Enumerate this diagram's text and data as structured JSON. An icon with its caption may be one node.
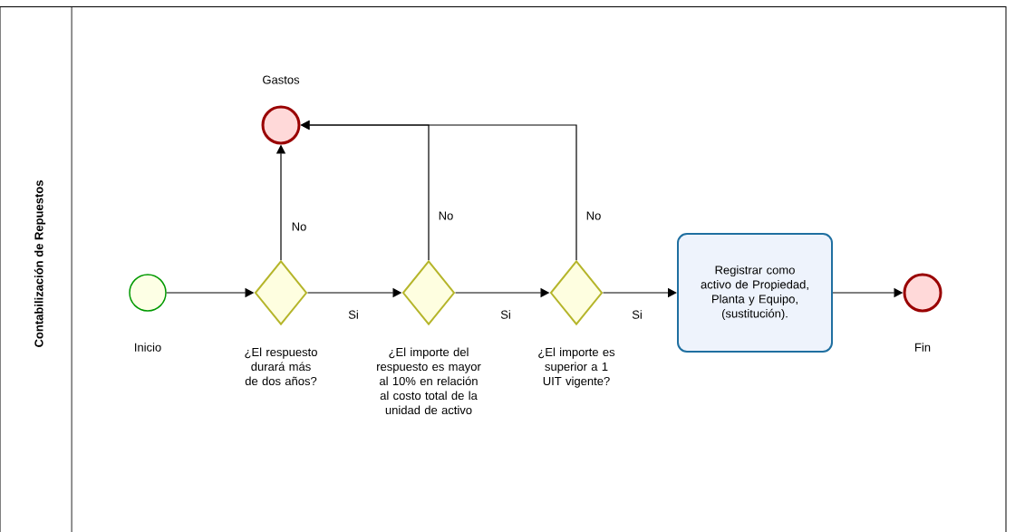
{
  "diagram": {
    "nodes": [
      {
        "text": [
          "Contabilización de Repuestos"
        ]
      },
      {
        "text": [
          "Inicio"
        ],
        "in": 0
      },
      {
        "text": [
          "Gastos"
        ],
        "in": 0
      },
      {
        "text": [
          "¿El respuesto durará más de dos años?"
        ],
        "in": 0
      },
      {
        "text": [
          "¿El importe del respuesto es mayor al 10%  en relación al costo total de la unidad de activo"
        ],
        "in": 0
      },
      {
        "text": [
          "¿El importe es superior a 1 UIT vigente?"
        ],
        "in": 0
      },
      {
        "text": [
          "Registrar como activo de Propiedad, Planta y Equipo, (sustitución)."
        ],
        "in": 0
      },
      {
        "text": [
          "Fin"
        ],
        "in": 0
      }
    ],
    "edges": [
      {
        "from": 1,
        "to": 3,
        "arrow": "to"
      },
      {
        "from": 3,
        "to": 4,
        "arrow": "to",
        "label": "Si"
      },
      {
        "from": 4,
        "to": 5,
        "arrow": "to",
        "label": "Si"
      },
      {
        "from": 5,
        "to": 6,
        "arrow": "to",
        "label": "Si"
      },
      {
        "from": 6,
        "to": 7,
        "arrow": "to"
      },
      {
        "from": 3,
        "to": 2,
        "arrow": "to",
        "label": "No"
      },
      {
        "from": 4,
        "to": 2,
        "arrow": "to",
        "label": "No"
      },
      {
        "from": 5,
        "to": 2,
        "arrow": "to",
        "label": "No"
      }
    ]
  }
}
